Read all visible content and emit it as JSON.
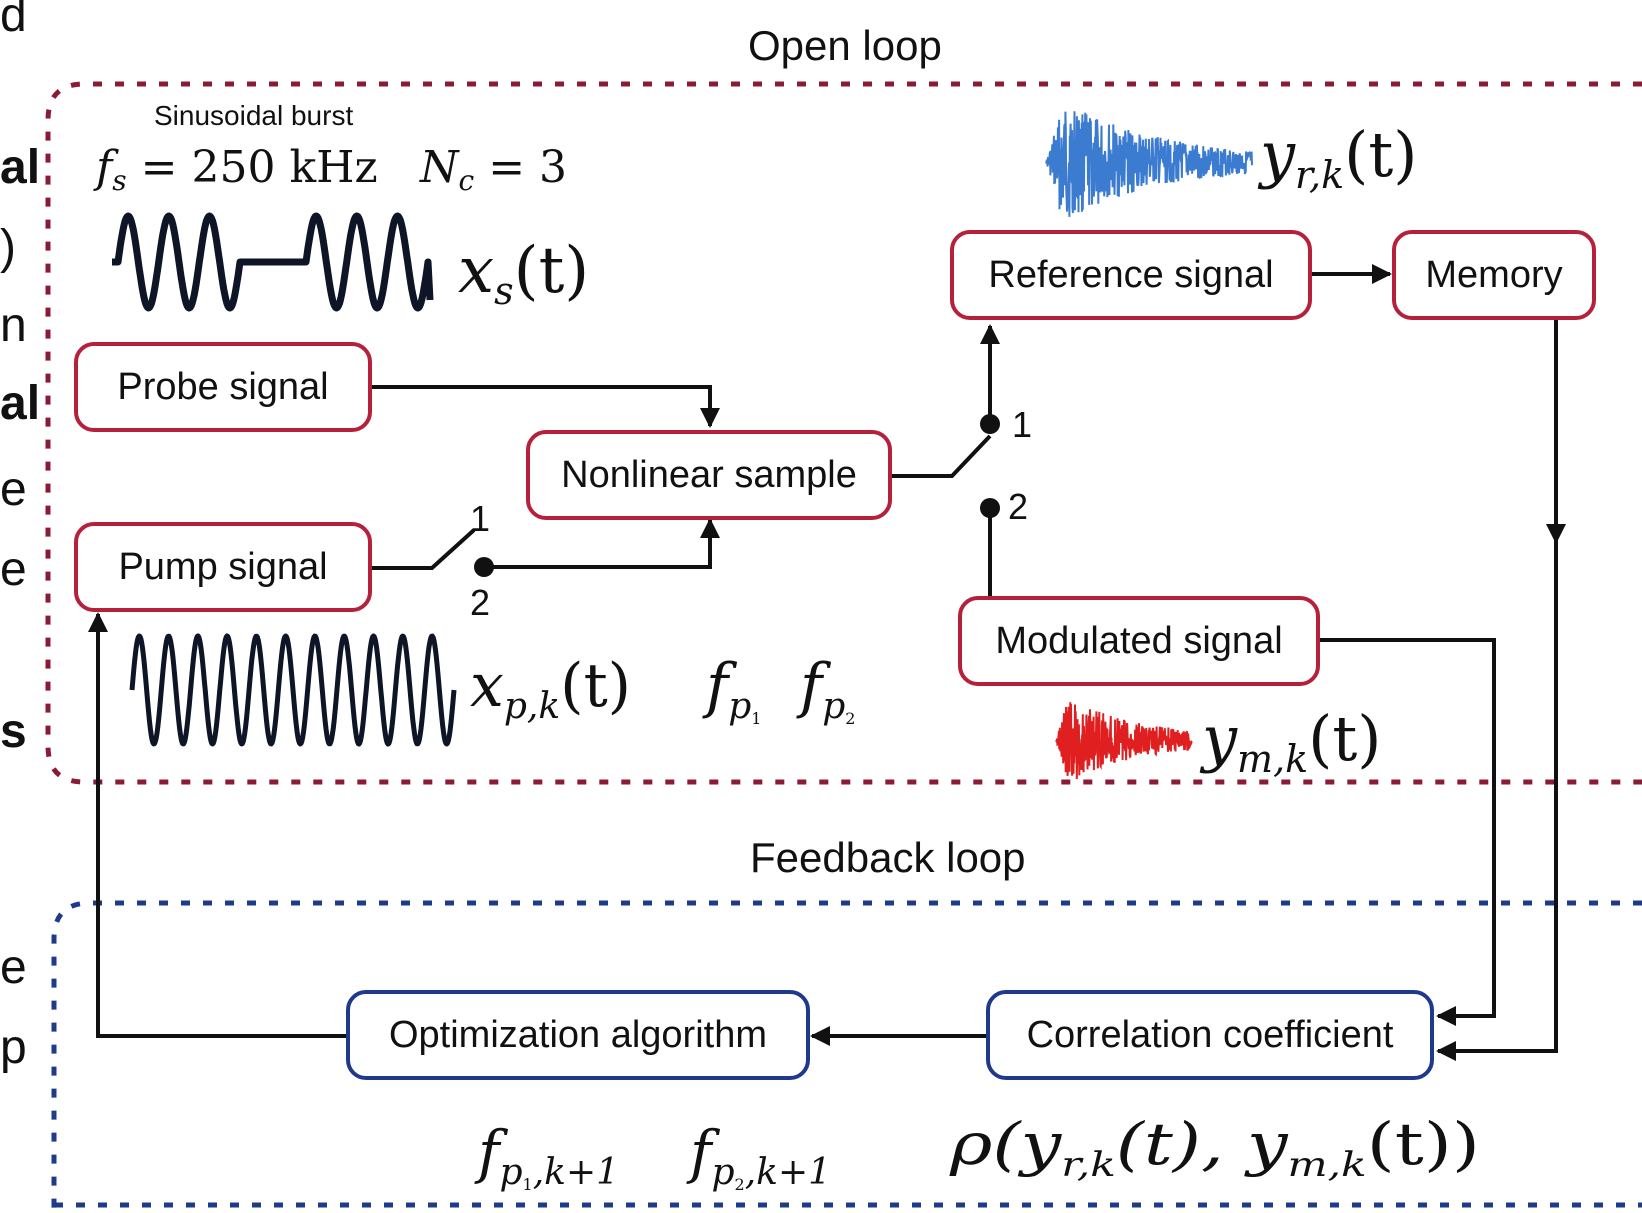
{
  "titles": {
    "open_loop": "Open loop",
    "feedback_loop": "Feedback loop"
  },
  "blocks": {
    "probe": "Probe signal",
    "pump": "Pump signal",
    "nonlinear": "Nonlinear sample",
    "reference": "Reference signal",
    "memory": "Memory",
    "modulated": "Modulated signal",
    "optimization": "Optimization algorithm",
    "correlation": "Correlation coefficient"
  },
  "burst": {
    "label": "Sinusoidal burst",
    "fs_symbol": "f",
    "fs_sub": "s",
    "fs_value": "= 250 kHz",
    "nc_symbol": "N",
    "nc_sub": "c",
    "nc_value": "= 3"
  },
  "signals": {
    "xs": {
      "symbol": "x",
      "sub": "s",
      "arg": "(t)"
    },
    "xp": {
      "symbol": "x",
      "sub": "p,k",
      "arg": "(t)"
    },
    "fp1": {
      "symbol": "f",
      "sub": "p",
      "subsub": "1"
    },
    "fp2": {
      "symbol": "f",
      "sub": "p",
      "subsub": "2"
    },
    "yr": {
      "symbol": "y",
      "sub": "r,k",
      "arg": "(t)"
    },
    "ym": {
      "symbol": "y",
      "sub": "m,k",
      "arg": "(t)"
    },
    "fp1_next": {
      "symbol": "f",
      "sub": "p",
      "subsub": "1",
      "tail": ",k+1"
    },
    "fp2_next": {
      "symbol": "f",
      "sub": "p",
      "subsub": "2",
      "tail": ",k+1"
    },
    "rho": {
      "text": "ρ(y",
      "sub1": "r,k",
      "mid": "(t), y",
      "sub2": "m,k",
      "end": "(t))"
    }
  },
  "switch_ports": {
    "pump_1": "1",
    "pump_2": "2",
    "out_1": "1",
    "out_2": "2"
  },
  "margin_text": [
    "d",
    "al",
    ")",
    "n",
    "al",
    "e",
    "e",
    "s",
    "e",
    "p"
  ],
  "colors": {
    "open_loop": "#8b1a35",
    "feedback_loop": "#1f3a8a",
    "box_red": "#b5213a",
    "box_blue": "#1f3a8a",
    "reference_wave": "#3b7bd0",
    "modulated_wave": "#e02020"
  }
}
